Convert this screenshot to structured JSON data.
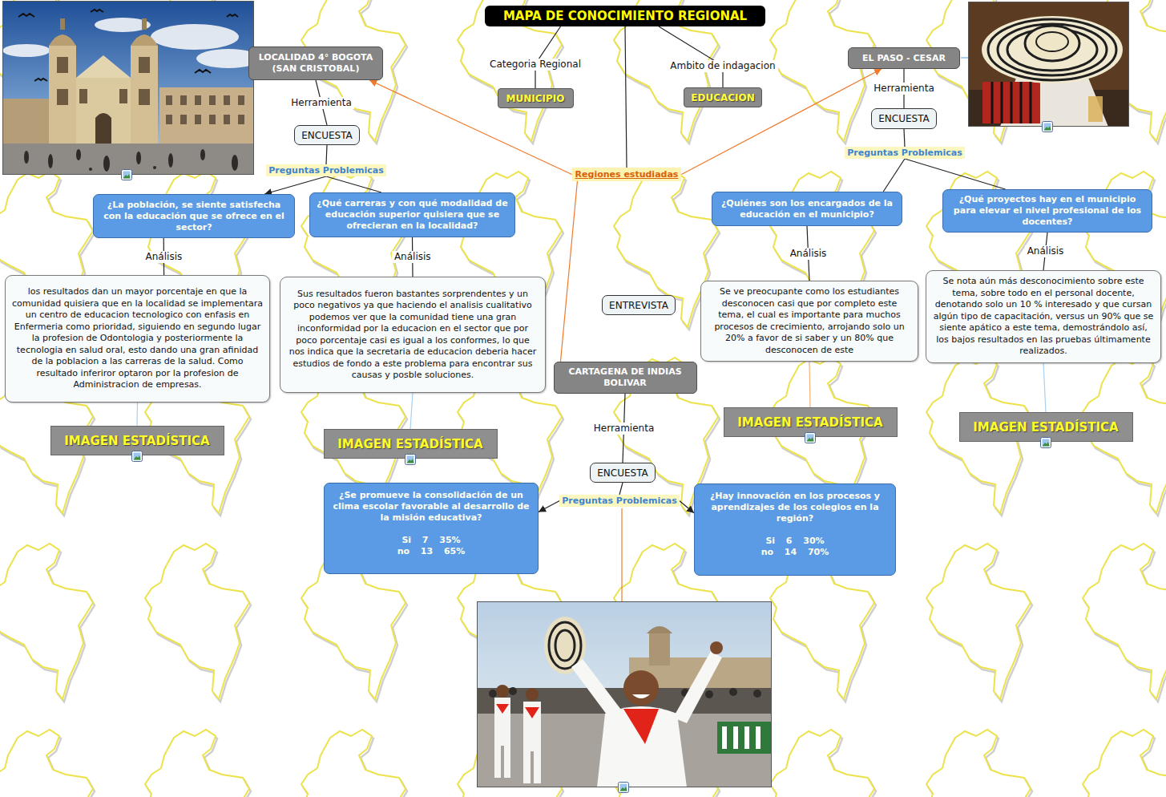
{
  "diagram": {
    "nodes": [
      {
        "text": [
          "MAPA DE CONOCIMIENTO REGIONAL"
        ]
      },
      {
        "text": [
          "LOCALIDAD 4° BOGOTA (SAN CRISTOBAL)"
        ]
      },
      {
        "text": [
          "MUNICIPIO"
        ]
      },
      {
        "text": [
          "EDUCACION"
        ]
      },
      {
        "text": [
          "EL PASO - CESAR"
        ]
      },
      {
        "text": [
          "ENCUESTA"
        ]
      },
      {
        "text": [
          "ENCUESTA"
        ]
      },
      {
        "text": [
          "Preguntas Problemicas"
        ]
      },
      {
        "text": [
          "Preguntas Problemicas"
        ]
      },
      {
        "text": [
          "Regiones estudiadas"
        ]
      },
      {
        "text": [
          "¿La población, se siente satisfecha con la educación que se ofrece en el sector?"
        ]
      },
      {
        "text": [
          "¿Qué carreras y con qué modalidad de educación superior quisiera que se ofrecieran en la localidad?"
        ]
      },
      {
        "text": [
          "¿Quiénes son los encargados de la educación en el municipio?"
        ]
      },
      {
        "text": [
          "¿Qué proyectos hay en el municipio para elevar el nivel profesional de los docentes?"
        ]
      },
      {
        "text": [
          "los resultados dan un mayor porcentaje en que la comunidad quisiera que en la localidad se implementara un centro de educacion tecnologico con enfasis en Enfermeria como prioridad, siguiendo en segundo lugar la profesion de Odontologia y posteriormente la tecnologia en salud oral, esto dando una gran afinidad de la poblacion a las carreras de la salud. Como resultado inferiror optaron por la profesion de Administracion de empresas."
        ]
      },
      {
        "text": [
          "Sus resultados fueron bastantes sorprendentes y un poco negativos ya que haciendo el analisis cualitativo podemos ver que la comunidad tiene una gran inconformidad por la educacion en el sector que por poco porcentaje casi es igual a los conformes, lo que nos indica que la secretaria de educacion deberia hacer estudios de fondo a este problema para encontrar sus causas y posble soluciones."
        ]
      },
      {
        "text": [
          "Se ve preocupante como los estudiantes desconocen casi que por completo este tema, el cual es importante para muchos procesos de crecimiento, arrojando solo un 20% a favor de si saber y un 80% que desconocen de este"
        ]
      },
      {
        "text": [
          "Se nota aún más desconocimiento sobre este tema, sobre todo en el personal docente, denotando solo un 10 % interesado y que cursan algún tipo de capacitación, versus un 90% que se siente apático a este tema, demostrándolo así, los bajos resultados en las pruebas últimamente realizados."
        ]
      },
      {
        "text": [
          "ENTREVISTA"
        ]
      },
      {
        "text": [
          "CARTAGENA DE INDIAS BOLIVAR"
        ]
      },
      {
        "text": [
          "IMAGEN ESTADÍSTICA"
        ]
      },
      {
        "text": [
          "IMAGEN ESTADÍSTICA"
        ]
      },
      {
        "text": [
          "IMAGEN ESTADÍSTICA"
        ]
      },
      {
        "text": [
          "IMAGEN ESTADÍSTICA"
        ]
      },
      {
        "text": [
          "ENCUESTA"
        ]
      },
      {
        "text": [
          "Preguntas Problemicas"
        ]
      },
      {
        "text": [
          "¿Se promueve la consolidación de un clima escolar favorable al desarrollo de la misión educativa?",
          "Si 7 35%",
          "no 13 65%"
        ]
      },
      {
        "text": [
          "¿Hay innovación en los procesos y aprendizajes de los colegios en la región?",
          "Si 6 30%",
          "no 14 70%"
        ]
      }
    ],
    "edges": [
      {
        "from": 0,
        "to": 2,
        "label": "Categoria Regional",
        "arrow": "none"
      },
      {
        "from": 0,
        "to": 3,
        "label": "Ambito de indagacion",
        "arrow": "none"
      },
      {
        "from": 0,
        "to": 9,
        "arrow": "none"
      },
      {
        "from": 9,
        "to": 1,
        "arrow": "to"
      },
      {
        "from": 9,
        "to": 4,
        "arrow": "to"
      },
      {
        "from": 9,
        "to": 19,
        "arrow": "none"
      },
      {
        "from": 1,
        "to": 6,
        "label": "Herramienta",
        "arrow": "none"
      },
      {
        "from": 6,
        "to": 8,
        "arrow": "none"
      },
      {
        "from": 8,
        "to": 10,
        "arrow": "to"
      },
      {
        "from": 8,
        "to": 11,
        "arrow": "none"
      },
      {
        "from": 10,
        "to": 14,
        "label": "Análisis",
        "arrow": "none"
      },
      {
        "from": 11,
        "to": 15,
        "label": "Análisis",
        "arrow": "none"
      },
      {
        "from": 14,
        "to": 20,
        "arrow": "none"
      },
      {
        "from": 15,
        "to": 21,
        "arrow": "none"
      },
      {
        "from": 4,
        "to": 5,
        "label": "Herramienta",
        "arrow": "none"
      },
      {
        "from": 5,
        "to": 7,
        "arrow": "none"
      },
      {
        "from": 7,
        "to": 12,
        "arrow": "none"
      },
      {
        "from": 7,
        "to": 13,
        "arrow": "none"
      },
      {
        "from": 12,
        "to": 16,
        "label": "Análisis",
        "arrow": "none"
      },
      {
        "from": 13,
        "to": 17,
        "label": "Análisis",
        "arrow": "none"
      },
      {
        "from": 16,
        "to": 22,
        "arrow": "none"
      },
      {
        "from": 17,
        "to": 23,
        "arrow": "none"
      },
      {
        "from": 19,
        "to": 24,
        "label": "Herramienta",
        "arrow": "none"
      },
      {
        "from": 24,
        "to": 25,
        "arrow": "none"
      },
      {
        "from": 25,
        "to": 26,
        "arrow": "to"
      },
      {
        "from": 25,
        "to": 27,
        "arrow": "to"
      }
    ]
  }
}
